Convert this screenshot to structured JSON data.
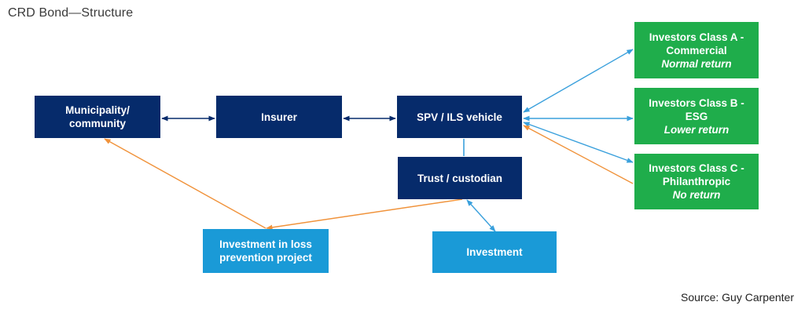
{
  "title": "CRD Bond—Structure",
  "source": "Source: Guy Carpenter",
  "colors": {
    "navy": "#062b6b",
    "light_blue": "#1a9ad7",
    "green": "#1fad4b",
    "orange_arrow": "#f0923a",
    "navy_arrow": "#062b6b",
    "blue_arrow": "#3aa0dc"
  },
  "nodes": {
    "municipality": {
      "line1": "Municipality/",
      "line2": "community"
    },
    "insurer": {
      "label": "Insurer"
    },
    "spv": {
      "label": "SPV / ILS vehicle"
    },
    "trust": {
      "label": "Trust / custodian"
    },
    "loss_prevention": {
      "line1": "Investment in loss",
      "line2": "prevention project"
    },
    "investment": {
      "label": "Investment"
    },
    "class_a": {
      "line1": "Investors Class A -",
      "line2": "Commercial",
      "note": "Normal return"
    },
    "class_b": {
      "line1": "Investors Class B -",
      "line2": "ESG",
      "note": "Lower return"
    },
    "class_c": {
      "line1": "Investors Class C -",
      "line2": "Philanthropic",
      "note": "No return"
    }
  }
}
